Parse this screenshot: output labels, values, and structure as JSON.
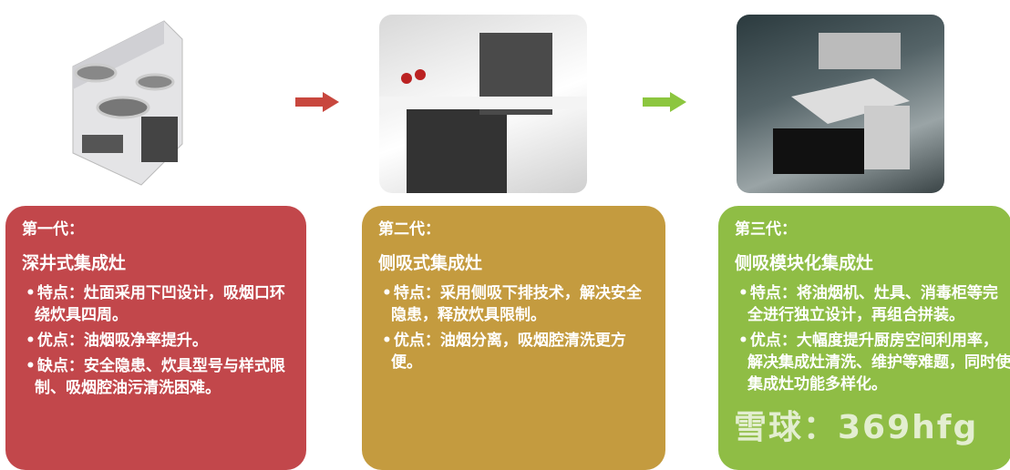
{
  "colors": {
    "gen1": "#c2474b",
    "gen2": "#c49b3f",
    "gen3": "#8fbd45",
    "arrow1": "#c8473e",
    "arrow2": "#8cc63f"
  },
  "cards": [
    {
      "gen": "第一代：",
      "name": "深井式集成灶",
      "points": [
        "特点：灶面采用下凹设计，吸烟口环绕炊具四周。",
        "优点：油烟吸净率提升。",
        "缺点：安全隐患、炊具型号与样式限制、吸烟腔油污清洗困难。"
      ]
    },
    {
      "gen": "第二代：",
      "name": "侧吸式集成灶",
      "points": [
        "特点：采用侧吸下排技术，解决安全隐患，释放炊具限制。",
        "优点：油烟分离，吸烟腔清洗更方便。"
      ]
    },
    {
      "gen": "第三代：",
      "name": "侧吸模块化集成灶",
      "points": [
        "特点：将油烟机、灶具、消毒柜等完全进行独立设计，再组合拼装。",
        "优点：大幅度提升厨房空间利用率，解决集成灶清洗、维护等难题，同时使集成灶功能多样化。"
      ]
    }
  ],
  "watermark": "雪球：369hfg"
}
